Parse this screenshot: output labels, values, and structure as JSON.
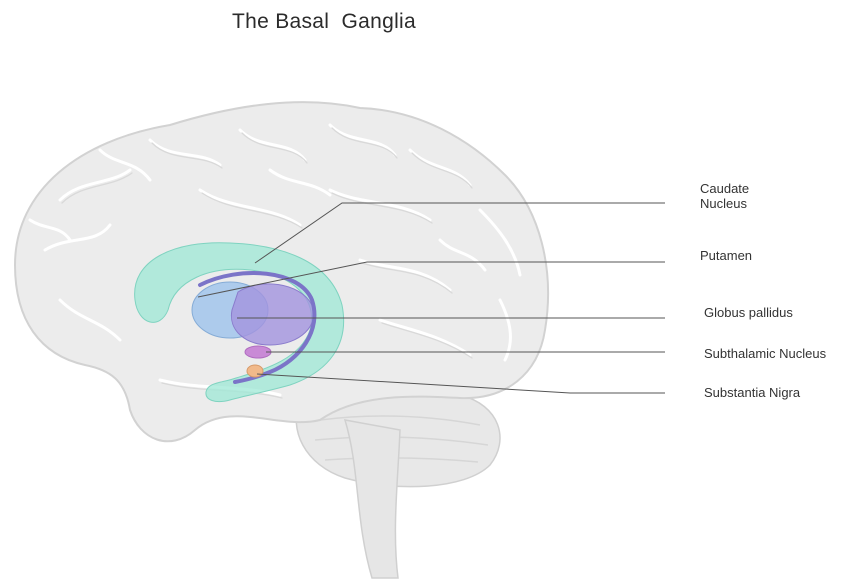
{
  "title": "The Basal  Ganglia",
  "labels": {
    "caudate_line1": "Caudate",
    "caudate_line2": "Nucleus",
    "putamen": "Putamen",
    "globus_pallidus": "Globus pallidus",
    "subthalamic_nucleus": "Subthalamic Nucleus",
    "substantia_nigra": "Substantia Nigra"
  },
  "colors": {
    "brain_fill": "#ededed",
    "brain_outline": "#d2d2d2",
    "caudate": "#9ee8d6",
    "putamen": "#a6c8ec",
    "globus_pallidus": "#a394de",
    "subthalamic": "#c98ad6",
    "substantia_nigra": "#f1b98a",
    "leader_line": "#555555"
  }
}
